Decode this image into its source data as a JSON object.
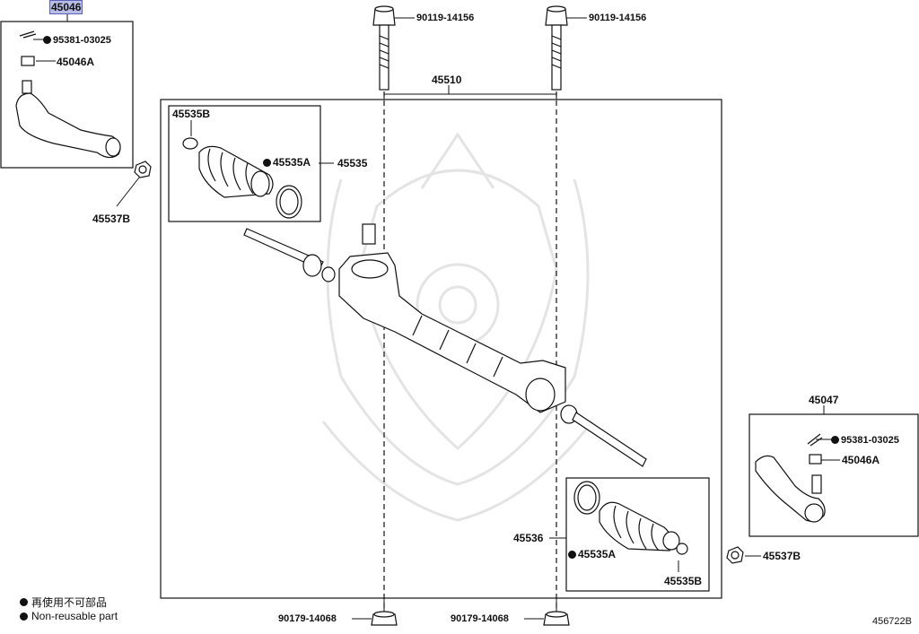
{
  "callouts": {
    "p45046": "45046",
    "p45047": "45047",
    "p95381_left": "95381-03025",
    "p95381_right": "95381-03025",
    "p45046A_left": "45046A",
    "p45046A_right": "45046A",
    "p45537B_left": "45537B",
    "p45537B_right": "45537B",
    "p90119_left": "90119-14156",
    "p90119_right": "90119-14156",
    "p45510": "45510",
    "p45535B_left": "45535B",
    "p45535A_left": "45535A",
    "p45535": "45535",
    "p45536": "45536",
    "p45535A_right": "45535A",
    "p45535B_right": "45535B",
    "p90179_left": "90179-14068",
    "p90179_right": "90179-14068"
  },
  "legend": {
    "jp": "再使用不可部品",
    "en": "Non-reusable part"
  },
  "figure_id": "456722B",
  "colors": {
    "line": "#111111",
    "highlight": "#b8bde6",
    "watermark": "#e4e4e4"
  }
}
